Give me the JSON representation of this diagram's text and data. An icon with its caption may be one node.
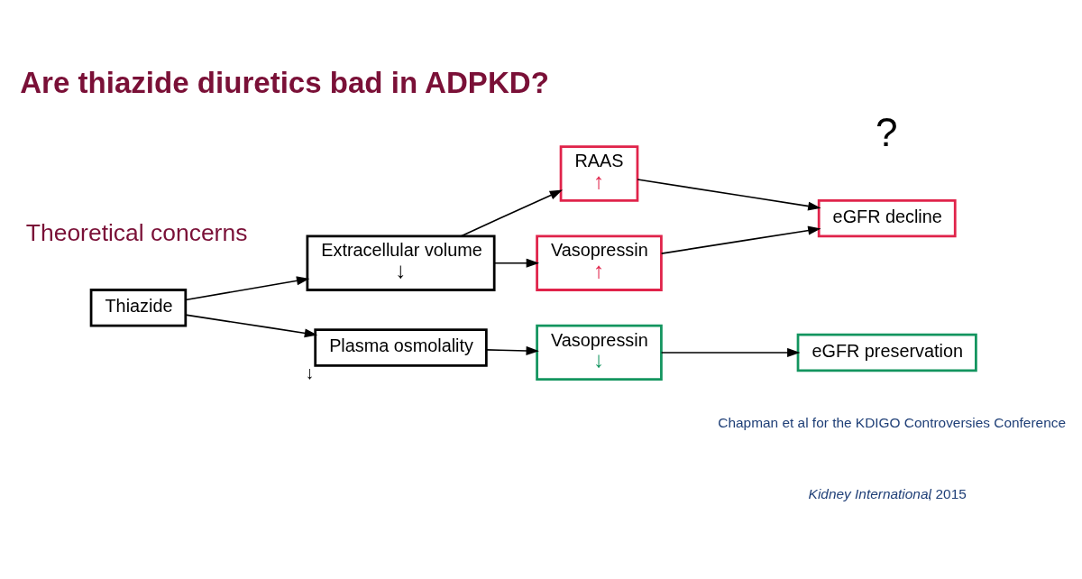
{
  "diagram": {
    "title": "Are thiazide diuretics bad in ADPKD?",
    "nodes": [
      {
        "text": [
          "Thiazide"
        ]
      },
      {
        "text": [
          "Extracellular volume",
          "↓"
        ]
      },
      {
        "text": [
          "Plasma osmolality"
        ],
        "beside": [
          "↓"
        ]
      },
      {
        "text": [
          "RAAS",
          "↑"
        ]
      },
      {
        "text": [
          "Vasopressin",
          "↑"
        ]
      },
      {
        "text": [
          "eGFR decline"
        ]
      },
      {
        "text": [
          "Vasopressin",
          "↓"
        ]
      },
      {
        "text": [
          "eGFR preservation"
        ]
      }
    ],
    "edges": [
      {
        "from": 0,
        "to": 1,
        "arrow": "to"
      },
      {
        "from": 0,
        "to": 2,
        "arrow": "to"
      },
      {
        "from": 1,
        "to": 3,
        "arrow": "to"
      },
      {
        "from": 1,
        "to": 4,
        "arrow": "to"
      },
      {
        "from": 3,
        "to": 5,
        "arrow": "to"
      },
      {
        "from": 4,
        "to": 5,
        "arrow": "to"
      },
      {
        "from": 2,
        "to": 6,
        "arrow": "to"
      },
      {
        "from": 6,
        "to": 7,
        "arrow": "to"
      }
    ],
    "labels": [
      "Theoretical concerns",
      "?",
      "Chapman et al for the KDIGO Controversies Conference",
      "*Kidney International*, 2015"
    ]
  }
}
